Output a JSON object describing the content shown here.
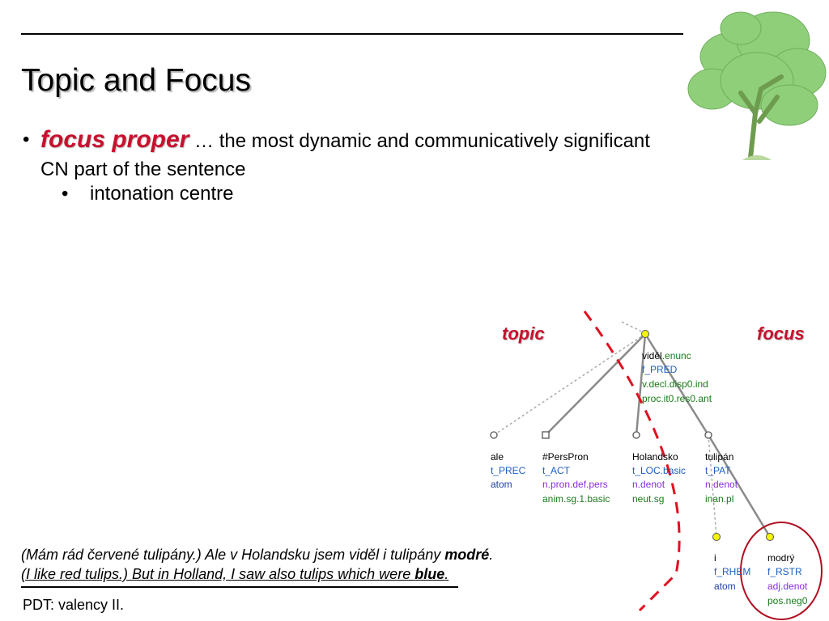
{
  "slide": {
    "title": "Topic and Focus",
    "bullet_term": "focus proper",
    "bullet_rest": " … the most dynamic and communicatively significant CN part of the sentence",
    "sub_bullet": "intonation centre",
    "label_topic": "topic",
    "label_focus": "focus",
    "example_cz_pre": "(Mám rád červené tulipány.) Ale v Holandsku jsem viděl i tulipány ",
    "example_cz_bold": "modré",
    "example_cz_post": ".",
    "example_en_pre": "(I like red tulips.) But in Holland, I saw also tulips which were ",
    "example_en_bold": "blue",
    "example_en_post": ".",
    "footer": "PDT: valency II."
  },
  "colors": {
    "accent_red": "#c8102e",
    "functor_blue": "#1f5fbf",
    "grammateme_green": "#1a7a1a",
    "semantic_purple": "#8a2be2",
    "node_yellow": "#f5f500",
    "tree_green": "#8fcf7a"
  },
  "tree": {
    "root": {
      "lemma": "viděl",
      "suffix": ".enunc",
      "functor": "f_PRED",
      "gram1": "v.decl.disp0.ind",
      "gram2": "proc.it0.res0.ant"
    },
    "nodes": [
      {
        "lemma": "ale",
        "functor": "t_PREC",
        "l3": "atom",
        "l4": ""
      },
      {
        "lemma": "#PersPron",
        "functor": "t_ACT",
        "l3": "n.pron.def.pers",
        "l4": "anim.sg.1.basic"
      },
      {
        "lemma": "Holandsko",
        "functor": "t_LOC.basic",
        "l3": "n.denot",
        "l4": "neut.sg"
      },
      {
        "lemma": "tulipán",
        "functor": "t_PAT",
        "l3": "n.denot",
        "l4": "inan.pl"
      },
      {
        "lemma": "i",
        "functor": "f_RHEM",
        "l3": "atom",
        "l4": ""
      },
      {
        "lemma": "modrý",
        "functor": "f_RSTR",
        "l3": "adj.denot",
        "l4": "pos.neg0"
      }
    ]
  }
}
